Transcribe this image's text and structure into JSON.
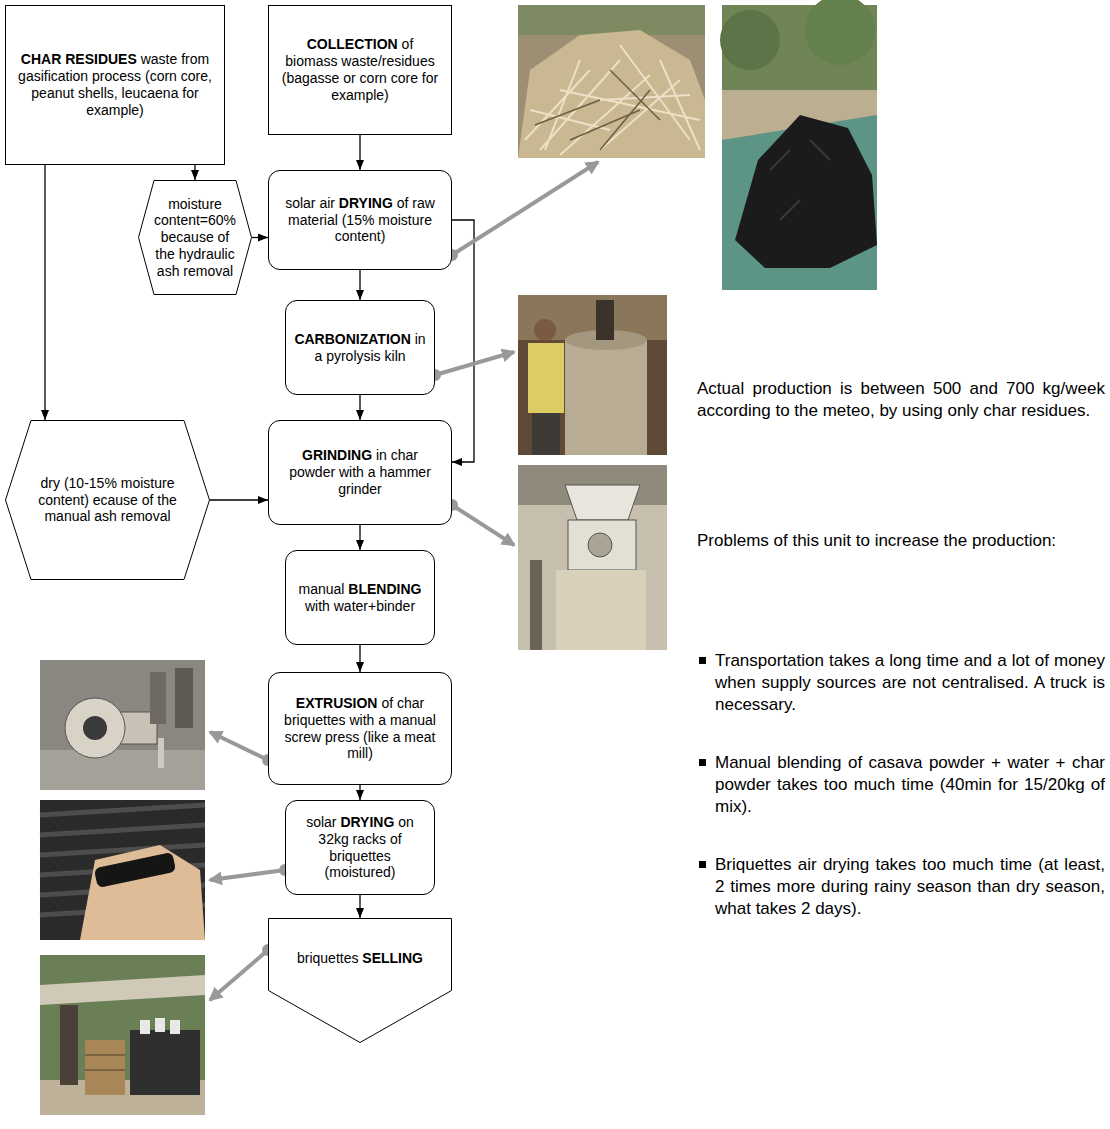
{
  "diagram": {
    "nodes": [
      {
        "text": [
          "CHAR RESIDUES waste from gasification process (corn core, peanut shells, leucaena for example)"
        ]
      },
      {
        "text": [
          "COLLECTION of biomass waste/residues (bagasse or corn core for example)"
        ]
      },
      {
        "text": [
          "moisture content=60% because of the hydraulic ash removal"
        ]
      },
      {
        "text": [
          "solar air DRYING of raw material (15% moisture content)"
        ]
      },
      {
        "text": [
          "CARBONIZATION in a pyrolysis kiln"
        ]
      },
      {
        "text": [
          "dry (10-15% moisture content) ecause of the manual ash removal"
        ]
      },
      {
        "text": [
          "GRINDING in char powder with a hammer grinder"
        ]
      },
      {
        "text": [
          "manual BLENDING with water+binder"
        ]
      },
      {
        "text": [
          "EXTRUSION of char briquettes with a manual screw press (like a meat mill)"
        ]
      },
      {
        "text": [
          "solar DRYING on 32kg racks of briquettes (moistured)"
        ]
      },
      {
        "text": [
          "briquettes SELLING"
        ]
      }
    ],
    "edges": [
      {
        "from": 0,
        "to": 2,
        "arrow": "to"
      },
      {
        "from": 0,
        "to": 5,
        "arrow": "to"
      },
      {
        "from": 1,
        "to": 3,
        "arrow": "to"
      },
      {
        "from": 2,
        "to": 3,
        "arrow": "to"
      },
      {
        "from": 3,
        "to": 4,
        "arrow": "to"
      },
      {
        "from": 3,
        "to": 6,
        "arrow": "to"
      },
      {
        "from": 4,
        "to": 6,
        "arrow": "to"
      },
      {
        "from": 5,
        "to": 6,
        "arrow": "to"
      },
      {
        "from": 6,
        "to": 7,
        "arrow": "to"
      },
      {
        "from": 7,
        "to": 8,
        "arrow": "to"
      },
      {
        "from": 8,
        "to": 9,
        "arrow": "to"
      },
      {
        "from": 9,
        "to": 10,
        "arrow": "to"
      }
    ],
    "labels": [
      "Actual production is between 500 and 700 kg/week according to the meteo, by using only char residues.",
      "Problems of this unit to increase the production:",
      "Transportation takes a long time and a lot of money when supply sources are not centralised. A truck is necessary.",
      "Manual blending of casava powder + water + char powder takes too much time (40min for 15/20kg of mix).",
      "Briquettes air drying takes too much time (at least, 2 times more during rainy season than dry season, what takes 2 days)."
    ]
  }
}
